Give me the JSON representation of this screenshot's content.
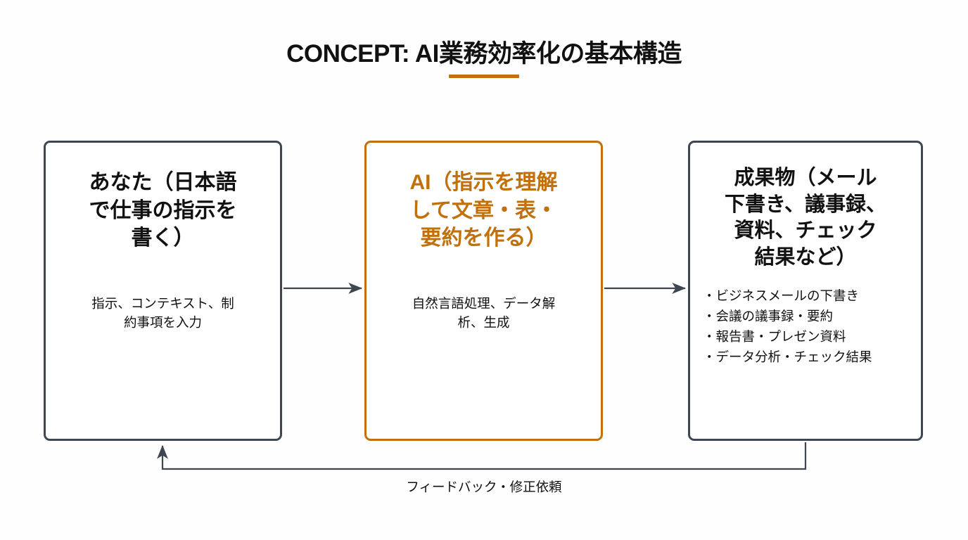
{
  "header": {
    "title": "CONCEPT: AI業務効率化の基本構造",
    "accent_color": "#C1700A"
  },
  "theme": {
    "background": "#FEFEFE",
    "box_border": "#3E4650",
    "accent_border": "#C1700A",
    "text": "#111111",
    "connector": "#3E4650"
  },
  "boxes": [
    {
      "id": "input",
      "title": "あなた（日本語\nで仕事の指示を\n書く）",
      "subtitle": "指示、コンテキスト、制\n約事項を入力",
      "accent": false
    },
    {
      "id": "ai",
      "title": "AI（指示を理解\nして文章・表・\n要約を作る）",
      "subtitle": "自然言語処理、データ解\n析、生成",
      "accent": true
    },
    {
      "id": "output",
      "title": "成果物（メール\n下書き、議事録、\n資料、チェック\n結果など）",
      "bullets": [
        "ビジネスメールの下書き",
        "会議の議事録・要約",
        "報告書・プレゼン資料",
        "データ分析・チェック結果"
      ],
      "accent": false
    }
  ],
  "connectors": {
    "arrow_1_label": "",
    "arrow_2_label": "",
    "feedback_label": "フィードバック・修正依頼"
  }
}
